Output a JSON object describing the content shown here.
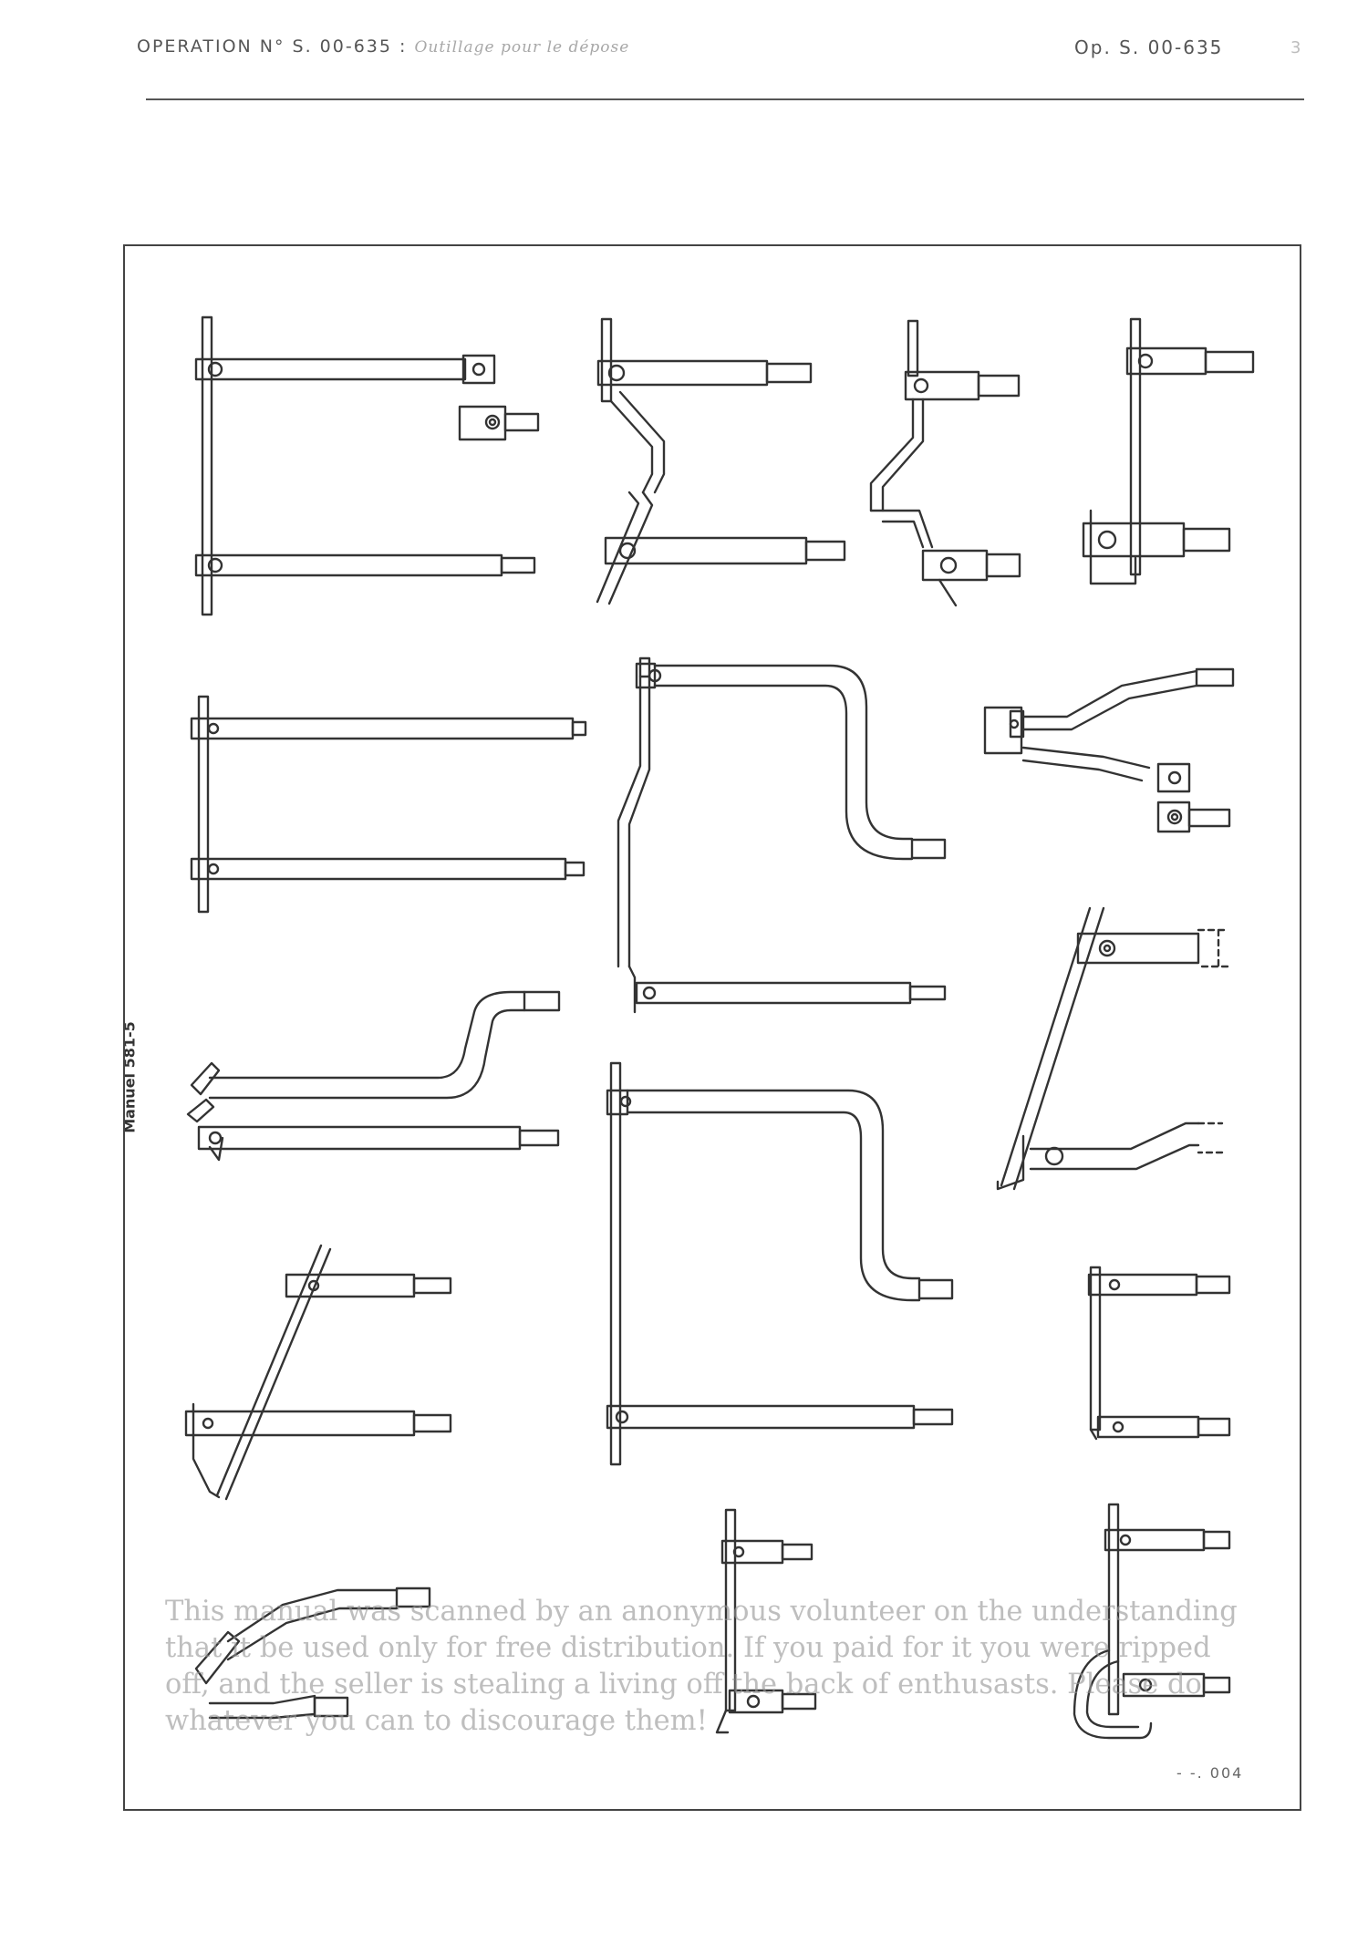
{
  "header": {
    "left_text": "OPERATION N° S. 00-635 :",
    "left_faint": "Outillage pour le dépose",
    "right_text": "Op. S. 00-635",
    "page": "3"
  },
  "side_label": "Manuel 581-5",
  "watermark": "This manual was scanned by an anonymous volunteer on the understanding that it be used only for free distribution.  If you paid for it you were ripped off, and the seller is stealing a living off the back of enthusasts.  Please do whatever you can to discourage them!",
  "figure_ref": "- -. 004",
  "colors": {
    "ink": "#333333",
    "frame": "#444444",
    "watermark": "#969696"
  }
}
